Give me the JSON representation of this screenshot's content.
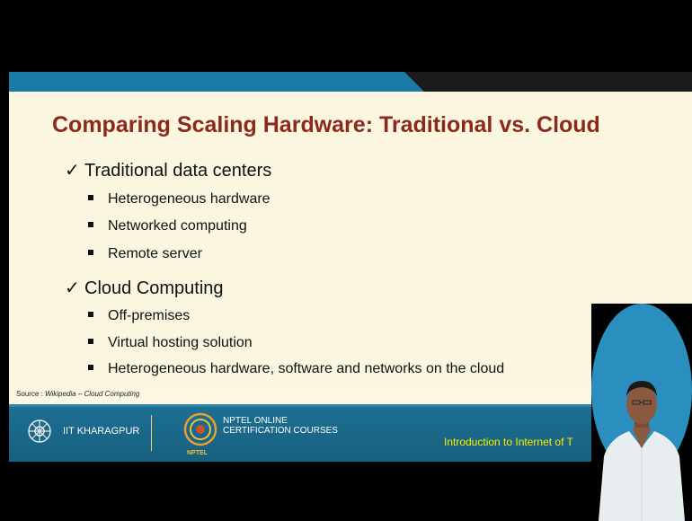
{
  "slide": {
    "title": "Comparing Scaling Hardware: Traditional vs. Cloud",
    "sections": [
      {
        "label": "Traditional data centers",
        "items": [
          "Heterogeneous hardware",
          "Networked computing",
          "Remote server"
        ]
      },
      {
        "label": "Cloud Computing",
        "items": [
          "Off-premises",
          "Virtual hosting solution",
          "Heterogeneous hardware, software and networks on the cloud"
        ]
      }
    ],
    "check_glyph": "✓",
    "source": {
      "prefix": "Source : ",
      "ref": "Wikipedia – Cloud Computing"
    }
  },
  "footer": {
    "institute": "IIT KHARAGPUR",
    "nptel_line1": "NPTEL ONLINE",
    "nptel_line2": "CERTIFICATION COURSES",
    "nptel_mini": "NPTEL",
    "course": "Introduction to Internet of T"
  },
  "icons": {
    "iit_logo": "iit-kharagpur-emblem-icon",
    "nptel_logo": "nptel-logo-icon"
  },
  "colors": {
    "title": "#8b2a1c",
    "band_blue": "#1b7aa6",
    "footer_blue": "#1d6f93",
    "course_text": "#ffee00",
    "slide_bg": "#faf6e0"
  }
}
